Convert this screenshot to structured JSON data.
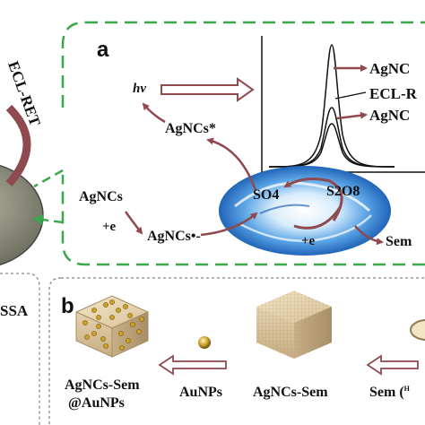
{
  "panel_a": {
    "letter": "a",
    "hv": "hv",
    "agncs_star": "AgNCs*",
    "agncs": "AgNCs",
    "plus_e_left": "+e",
    "agncs_radical": "AgNCs•-",
    "so4": "SO4",
    "s2o8": "S2O8",
    "plus_e_bottom": "+e",
    "sem": "Sem",
    "curve_labels": [
      "AgNC",
      "ECL-R",
      "AgNC"
    ]
  },
  "panel_b": {
    "letter": "b",
    "sem": "Sem (",
    "sem_small": "H",
    "agncs_sem": "AgNCs-Sem",
    "aunps": "AuNPs",
    "agncs_sem_aunps_line1": "AgNCs-Sem",
    "agncs_sem_aunps_line2": "@AuNPs"
  },
  "left": {
    "ecl_ret": "ECL-RET",
    "ssa": "SSA"
  },
  "colors": {
    "arrow": "#8f4a4f",
    "dashed_border": "#3aa84a",
    "dotted_border": "#777777",
    "text": "#111111"
  }
}
